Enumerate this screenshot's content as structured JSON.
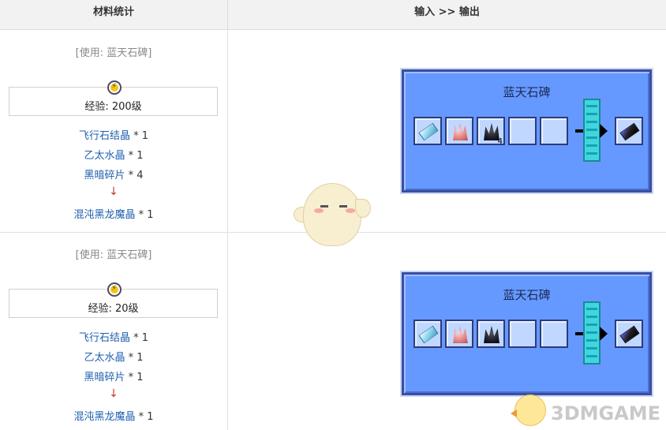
{
  "header": {
    "left": "材料统计",
    "right": "输入 >> 输出"
  },
  "recipes": [
    {
      "use": "[使用: 蓝天石碑]",
      "xp": "经验: 200级",
      "materials": [
        {
          "name": "飞行石结晶",
          "qty": " * 1"
        },
        {
          "name": "乙太水晶",
          "qty": " * 1"
        },
        {
          "name": "黑暗碎片",
          "qty": " * 4"
        }
      ],
      "arrow": "↓",
      "result": {
        "name": "混沌黑龙魔晶",
        "qty": " * 1"
      },
      "panel_title": "蓝天石碑",
      "inputs": [
        "ice-crystal-icon",
        "pink-crystal-icon",
        "dark-shard-icon",
        "empty",
        "empty"
      ],
      "output": "black-crystal-icon",
      "dark_count": "4"
    },
    {
      "use": "[使用: 蓝天石碑]",
      "xp": "经验: 20级",
      "materials": [
        {
          "name": "飞行石结晶",
          "qty": " * 1"
        },
        {
          "name": "乙太水晶",
          "qty": " * 1"
        },
        {
          "name": "黑暗碎片",
          "qty": " * 1"
        }
      ],
      "arrow": "↓",
      "result": {
        "name": "混沌黑龙魔晶",
        "qty": " * 1"
      },
      "panel_title": "蓝天石碑",
      "inputs": [
        "ice-crystal-icon",
        "pink-crystal-icon",
        "dark-shard-icon",
        "empty",
        "empty"
      ],
      "output": "black-crystal-icon"
    }
  ],
  "watermark": "3DMGAME",
  "colors": {
    "panel_bg": "#6699ff",
    "link": "#1f5fb0",
    "arrow": "#c0392b"
  }
}
